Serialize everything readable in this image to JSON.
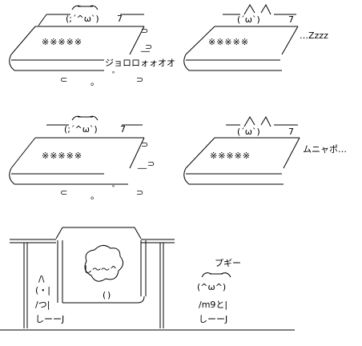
{
  "scene": {
    "futon_text": "※※※※※",
    "caption_pee": "ジョロロォォオオ",
    "caption_sleep": "…Zzzz",
    "caption_mumble": "ムニャポ…",
    "caption_pugi": "プギー",
    "face_smile": "(´ω`)",
    "face_nervous": "(;´^ω`)",
    "face_cat": "(´ω`)",
    "face_pig": "(^ω^)",
    "paw_left": "/つ|",
    "paw_pig": "/m9と|",
    "feet": "しーーJ",
    "small_face": "(・|",
    "mark_c": "⊂",
    "mark_d": "⊃",
    "mark_o": "。",
    "mark_deg": "゜",
    "wiggle": "し〜〜^"
  }
}
